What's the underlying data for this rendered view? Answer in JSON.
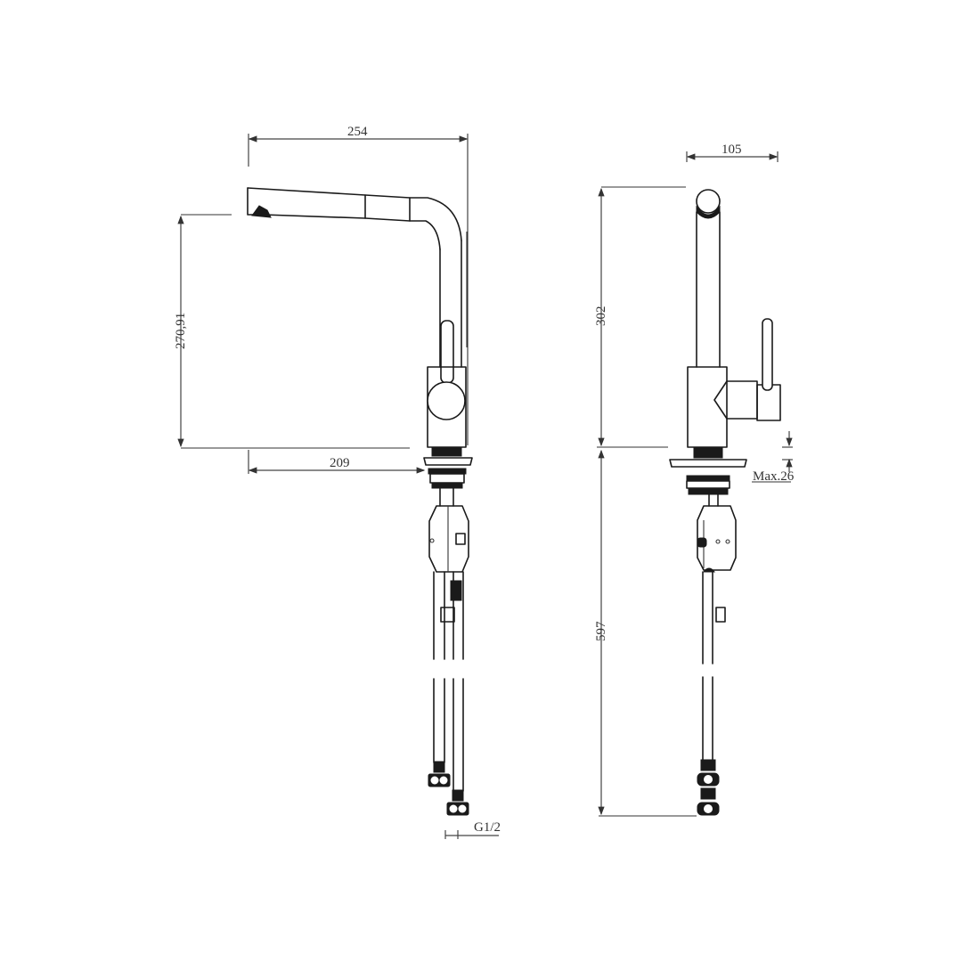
{
  "drawing": {
    "subject": "Pull-out kitchen mixer tap technical drawing",
    "views": [
      {
        "id": "side-view",
        "name": "Side view"
      },
      {
        "id": "front-view",
        "name": "Front view"
      }
    ],
    "dimensions": {
      "side": {
        "spout_reach_overall": "254",
        "spout_height": "270,91",
        "base_to_spout_reach": "209",
        "hose_thread": "G1/2"
      },
      "front": {
        "width": "105",
        "height_above_deck": "302",
        "hose_length_below_deck": "597",
        "max_deck_thickness": "Max.26"
      }
    },
    "colors": {
      "line": "#1a1a1a",
      "background": "#ffffff",
      "dimension_text": "#333333"
    }
  }
}
